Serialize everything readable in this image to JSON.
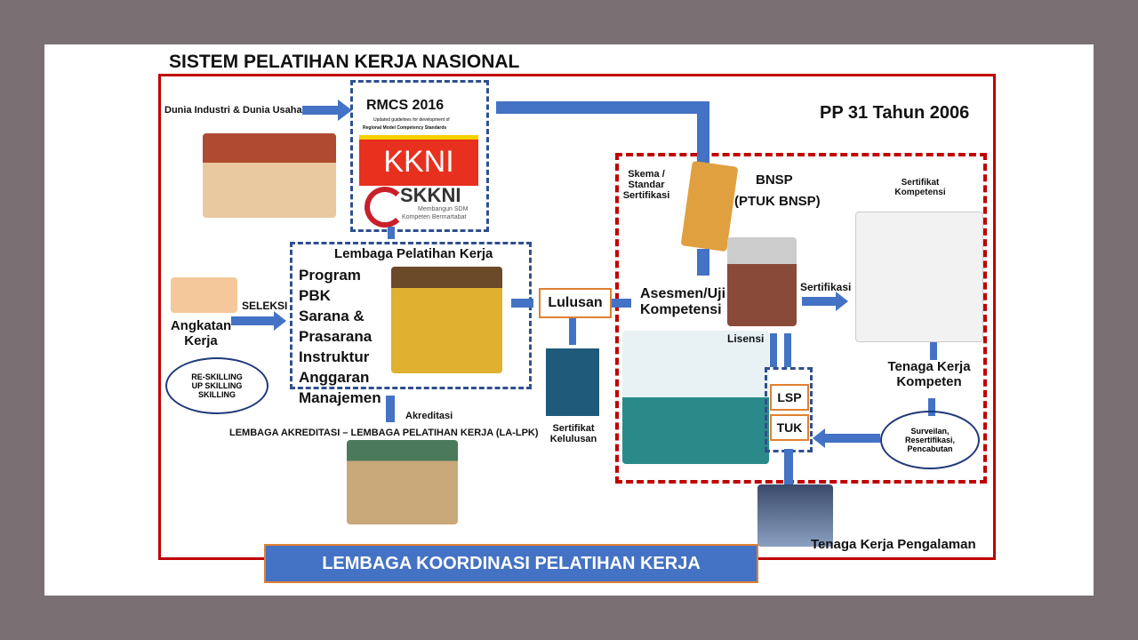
{
  "title": "SISTEM PELATIHAN KERJA NASIONAL",
  "regulation": "PP 31 Tahun 2006",
  "industry": "Dunia Industri & Dunia Usaha",
  "rmcs": {
    "title": "RMCS 2016",
    "subtitle1": "Updated guidelines for development of",
    "subtitle2": "Regional Model Competency Standards"
  },
  "kkni": "KKNI",
  "skkni": {
    "name": "SKKNI",
    "tagline1": "Membangun SDM",
    "tagline2": "Kompeten Bermartabat"
  },
  "lpk": {
    "title": "Lembaga Pelatihan Kerja",
    "items": [
      "Program",
      "PBK",
      "Sarana &",
      "Prasarana",
      "Instruktur",
      "Anggaran",
      "Manajemen"
    ]
  },
  "angkatan": "Angkatan Kerja",
  "seleksi": "SELEKSI",
  "skilling": [
    "RE-SKILLING",
    "UP SKILLING",
    "SKILLING"
  ],
  "akreditasi": "Akreditasi",
  "la_lpk": "LEMBAGA AKREDITASI – LEMBAGA PELATIHAN KERJA (LA-LPK)",
  "lulusan": "Lulusan",
  "sertifikat_kelulusan": "Sertifikat Kelulusan",
  "skema": "Skema / Standar Sertifikasi",
  "bnsp": "BNSP",
  "ptuk": "(PTUK BNSP)",
  "asesmen": "Asesmen/Uji Kompetensi",
  "lisensi": "Lisensi",
  "lsp": "LSP",
  "tuk": "TUK",
  "sertifikasi": "Sertifikasi",
  "sertifikat_kompetensi": "Sertifikat Kompetensi",
  "tenaga_kompeten": "Tenaga Kerja Kompeten",
  "surveilan": [
    "Surveilan,",
    "Resertifikasi,",
    "Pencabutan"
  ],
  "pengalaman": "Tenaga Kerja Pengalaman",
  "banner": "LEMBAGA KOORDINASI PELATIHAN KERJA"
}
